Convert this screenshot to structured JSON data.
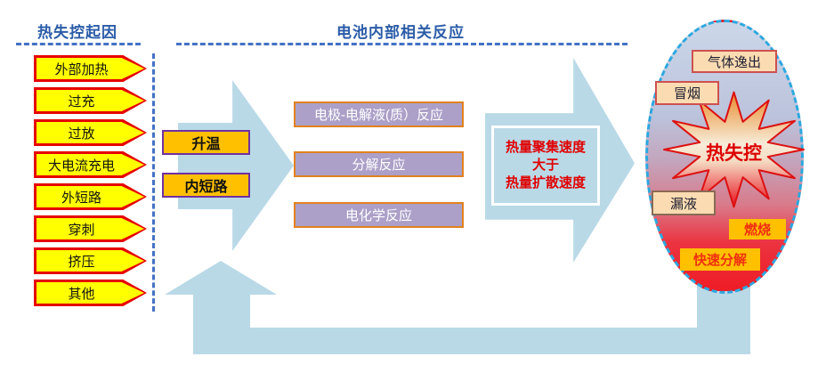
{
  "header": {
    "left_section_title": "热失控起因",
    "center_section_title": "电池内部相关反应"
  },
  "causes": [
    "外部加热",
    "过充",
    "过放",
    "大电流充电",
    "外短路",
    "穿刺",
    "挤压",
    "其他"
  ],
  "internal_state": [
    "升温",
    "内短路"
  ],
  "reactions": [
    "电极-电解液(质）反应",
    "分解反应",
    "电化学反应"
  ],
  "condition": [
    "热量聚集速度",
    "大于",
    "热量扩散速度"
  ],
  "result": {
    "label": "热失控",
    "effects": [
      "气体逸出",
      "冒烟",
      "漏液",
      "燃烧",
      "快速分解"
    ]
  },
  "colors": {
    "title_text": "#2B5CA8",
    "dashed_guide": "#4472C4",
    "cause_fill": "#FFFF00",
    "cause_border": "#E60000",
    "state_fill": "#FFC000",
    "state_border": "#7030A0",
    "reaction_fill": "#ACA0C8",
    "reaction_border": "#E2821E",
    "flow_arrow_fill": "#B9D9E7",
    "condition_text": "#E00000",
    "ellipse_dash_border": "#2BA7DF",
    "ellipse_top": "#CBD7E9",
    "ellipse_bottom": "#EE1C25",
    "burst_text": "#DD0000",
    "effect_peach_fill": "#FBDCB2",
    "effect_hot_fill": "#FFC000"
  }
}
